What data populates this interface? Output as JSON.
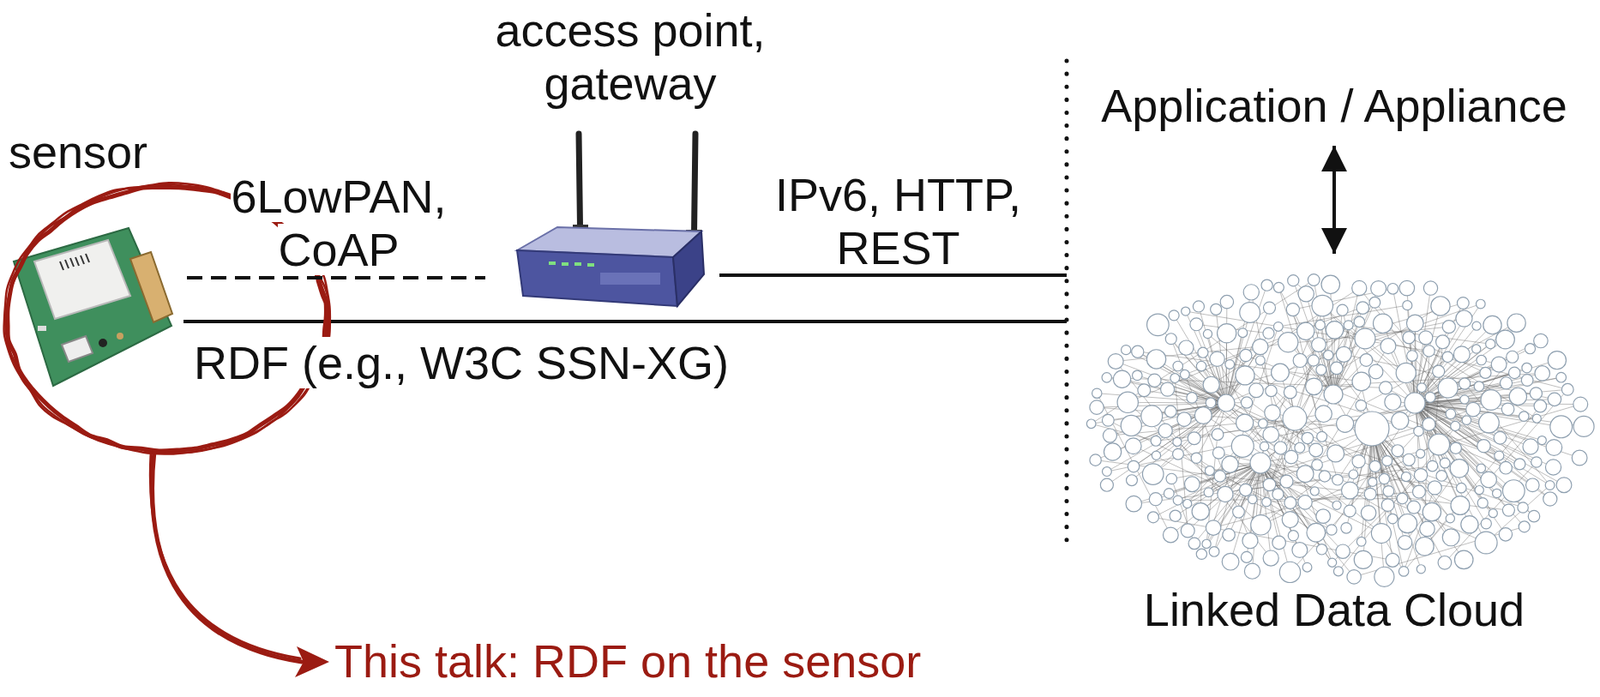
{
  "diagram": {
    "nodes": [
      {
        "text": [
          "sensor"
        ]
      },
      {
        "text": [
          "access point, gateway"
        ]
      },
      {
        "text": [
          "Application / Appliance"
        ]
      },
      {
        "text": [
          "Linked Data Cloud"
        ]
      }
    ],
    "edges": [
      {
        "from": 0,
        "to": 1,
        "arrow": "none",
        "label": "6LowPAN, CoAP"
      },
      {
        "from": 2,
        "to": 3,
        "arrow": "both"
      }
    ],
    "labels": [
      "IPv6, HTTP, REST",
      "RDF (e.g., W3C SSN-XG)",
      "This talk: RDF on the sensor"
    ]
  }
}
